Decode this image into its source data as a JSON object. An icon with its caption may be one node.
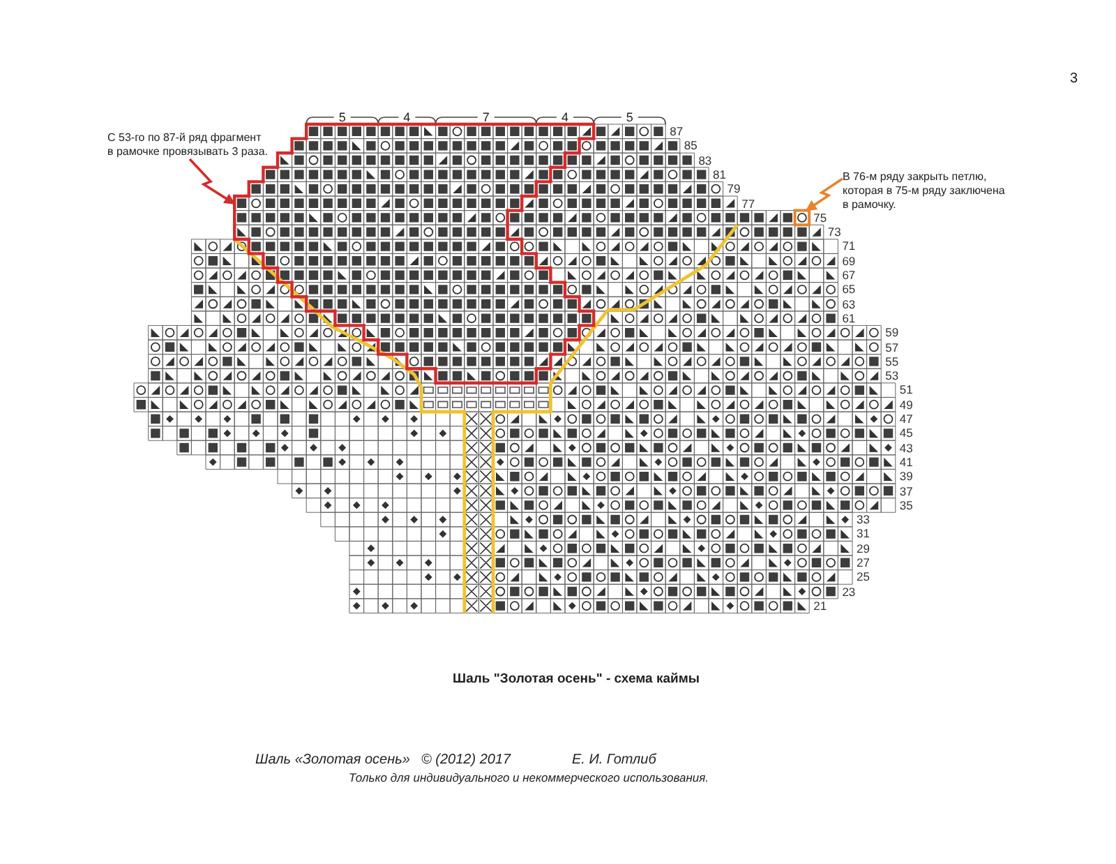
{
  "diagram": {
    "caption": "Шаль \"Золотая осень\" - схема каймы",
    "nodes": [
      {
        "text": [
          "С 53-го по 87-й ряд фрагмент в рамочке провязывать 3 раза."
        ]
      },
      {
        "text": [],
        "shape": "box"
      },
      {
        "text": [
          "В 76-м ряду закрыть петлю, которая в 75-м ряду заключена в рамочку."
        ]
      },
      {
        "text": [],
        "shape": "box"
      }
    ],
    "edges": [
      {
        "from": 0,
        "to": 1,
        "arrow": "to",
        "color": "#d62b2b"
      },
      {
        "from": 2,
        "to": 3,
        "arrow": "to",
        "color": "#e8842c"
      }
    ],
    "labels": [
      "3",
      "5",
      "4",
      "7",
      "4",
      "5",
      "87",
      "85",
      "83",
      "81",
      "79",
      "77",
      "75",
      "73",
      "71",
      "69",
      "67",
      "65",
      "63",
      "61",
      "59",
      "57",
      "55",
      "53",
      "51",
      "49",
      "47",
      "45",
      "43",
      "41",
      "39",
      "37",
      "35",
      "33",
      "31",
      "29",
      "27",
      "25",
      "23",
      "21",
      "Шаль «Золотая осень»",
      "© (2012) 2017",
      "Е. И. Готлиб",
      "Только для индивидуального и некоммерческого использования."
    ]
  }
}
